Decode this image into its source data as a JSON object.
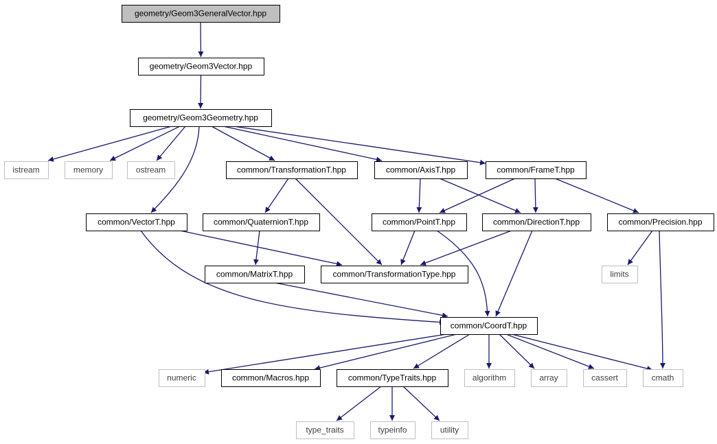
{
  "colors": {
    "background": "#ffffff",
    "edge": "#191970",
    "root_fill": "#bfbfbf",
    "project_border": "#000000",
    "external_border": "#bfbfbf",
    "project_text": "#000000",
    "external_text": "#404040"
  },
  "nodes": [
    {
      "id": "geom3generalvector",
      "label": "geometry/Geom3GeneralVector.hpp",
      "kind": "root"
    },
    {
      "id": "geom3vector",
      "label": "geometry/Geom3Vector.hpp",
      "kind": "project"
    },
    {
      "id": "geom3geometry",
      "label": "geometry/Geom3Geometry.hpp",
      "kind": "project"
    },
    {
      "id": "istream",
      "label": "istream",
      "kind": "external"
    },
    {
      "id": "memory",
      "label": "memory",
      "kind": "external"
    },
    {
      "id": "ostream",
      "label": "ostream",
      "kind": "external"
    },
    {
      "id": "transformationt",
      "label": "common/TransformationT.hpp",
      "kind": "project"
    },
    {
      "id": "axist",
      "label": "common/AxisT.hpp",
      "kind": "project"
    },
    {
      "id": "framet",
      "label": "common/FrameT.hpp",
      "kind": "project"
    },
    {
      "id": "vectort",
      "label": "common/VectorT.hpp",
      "kind": "project"
    },
    {
      "id": "quaterniont",
      "label": "common/QuaternionT.hpp",
      "kind": "project"
    },
    {
      "id": "pointt",
      "label": "common/PointT.hpp",
      "kind": "project"
    },
    {
      "id": "directiont",
      "label": "common/DirectionT.hpp",
      "kind": "project"
    },
    {
      "id": "precision",
      "label": "common/Precision.hpp",
      "kind": "project"
    },
    {
      "id": "matrixt",
      "label": "common/MatrixT.hpp",
      "kind": "project"
    },
    {
      "id": "transformationtype",
      "label": "common/TransformationType.hpp",
      "kind": "project"
    },
    {
      "id": "limits",
      "label": "limits",
      "kind": "external"
    },
    {
      "id": "coordt",
      "label": "common/CoordT.hpp",
      "kind": "project"
    },
    {
      "id": "numeric",
      "label": "numeric",
      "kind": "external"
    },
    {
      "id": "macros",
      "label": "common/Macros.hpp",
      "kind": "project"
    },
    {
      "id": "typetraits",
      "label": "common/TypeTraits.hpp",
      "kind": "project"
    },
    {
      "id": "algorithm",
      "label": "algorithm",
      "kind": "external"
    },
    {
      "id": "array",
      "label": "array",
      "kind": "external"
    },
    {
      "id": "cassert",
      "label": "cassert",
      "kind": "external"
    },
    {
      "id": "cmath",
      "label": "cmath",
      "kind": "external"
    },
    {
      "id": "type_traits",
      "label": "type_traits",
      "kind": "external"
    },
    {
      "id": "typeinfo",
      "label": "typeinfo",
      "kind": "external"
    },
    {
      "id": "utility",
      "label": "utility",
      "kind": "external"
    }
  ],
  "edges": [
    {
      "from": "geom3generalvector",
      "to": "geom3vector"
    },
    {
      "from": "geom3vector",
      "to": "geom3geometry"
    },
    {
      "from": "geom3geometry",
      "to": "istream"
    },
    {
      "from": "geom3geometry",
      "to": "memory"
    },
    {
      "from": "geom3geometry",
      "to": "ostream"
    },
    {
      "from": "geom3geometry",
      "to": "transformationt"
    },
    {
      "from": "geom3geometry",
      "to": "axist"
    },
    {
      "from": "geom3geometry",
      "to": "framet"
    },
    {
      "from": "geom3geometry",
      "to": "vectort"
    },
    {
      "from": "transformationt",
      "to": "quaterniont"
    },
    {
      "from": "transformationt",
      "to": "transformationtype"
    },
    {
      "from": "axist",
      "to": "pointt"
    },
    {
      "from": "axist",
      "to": "directiont"
    },
    {
      "from": "framet",
      "to": "pointt"
    },
    {
      "from": "framet",
      "to": "directiont"
    },
    {
      "from": "framet",
      "to": "precision"
    },
    {
      "from": "vectort",
      "to": "transformationtype"
    },
    {
      "from": "vectort",
      "to": "coordt"
    },
    {
      "from": "quaterniont",
      "to": "matrixt"
    },
    {
      "from": "pointt",
      "to": "transformationtype"
    },
    {
      "from": "pointt",
      "to": "coordt"
    },
    {
      "from": "directiont",
      "to": "transformationtype"
    },
    {
      "from": "directiont",
      "to": "coordt"
    },
    {
      "from": "precision",
      "to": "limits"
    },
    {
      "from": "precision",
      "to": "cmath"
    },
    {
      "from": "matrixt",
      "to": "coordt"
    },
    {
      "from": "coordt",
      "to": "numeric"
    },
    {
      "from": "coordt",
      "to": "macros"
    },
    {
      "from": "coordt",
      "to": "typetraits"
    },
    {
      "from": "coordt",
      "to": "algorithm"
    },
    {
      "from": "coordt",
      "to": "array"
    },
    {
      "from": "coordt",
      "to": "cassert"
    },
    {
      "from": "coordt",
      "to": "cmath"
    },
    {
      "from": "typetraits",
      "to": "type_traits"
    },
    {
      "from": "typetraits",
      "to": "typeinfo"
    },
    {
      "from": "typetraits",
      "to": "utility"
    }
  ]
}
